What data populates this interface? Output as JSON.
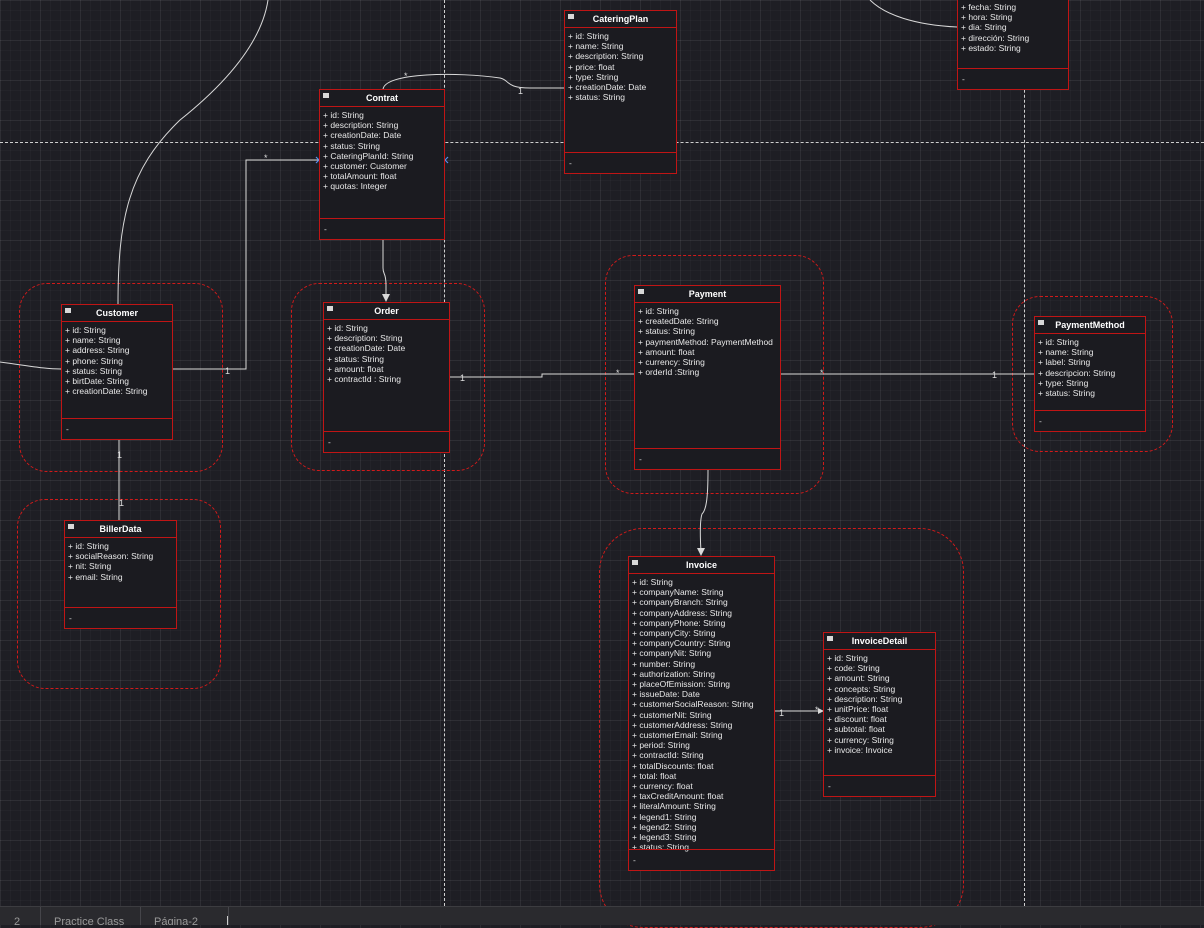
{
  "diagram": {
    "classes": {
      "customer": {
        "name": "Customer",
        "attrs": [
          "+ id: String",
          "+ name: String",
          "+ address: String",
          "+ phone: String",
          "+ status: String",
          "+ birtDate: String",
          "+ creationDate: String"
        ],
        "ops": "-"
      },
      "billerdata": {
        "name": "BillerData",
        "attrs": [
          "+ id: String",
          "+ socialReason: String",
          "+ nit: String",
          "+ email: String"
        ],
        "ops": "-"
      },
      "contrat": {
        "name": "Contrat",
        "attrs": [
          "+ id: String",
          "+ description: String",
          "+ creationDate: Date",
          "+ status: String",
          "+ CateringPlanId: String",
          "+ customer: Customer",
          "+ totalAmount: float",
          "+ quotas: Integer"
        ],
        "ops": "-"
      },
      "order": {
        "name": "Order",
        "attrs": [
          "+ id: String",
          "+ description: String",
          "+ creationDate: Date",
          "+ status: String",
          "+ amount: float",
          "+ contractId : String"
        ],
        "ops": "-"
      },
      "cateringplan": {
        "name": "CateringPlan",
        "attrs": [
          "+ id: String",
          "+ name: String",
          "+ description: String",
          "+ price: float",
          "+ type: String",
          "+ creationDate: Date",
          "+ status: String"
        ],
        "ops": "-"
      },
      "topright": {
        "attrs": [
          "+ fecha: String",
          "+ hora: String",
          "+ dia: String",
          "+ dirección: String",
          "+ estado: String"
        ],
        "ops": "-"
      },
      "payment": {
        "name": "Payment",
        "attrs": [
          "+ id: String",
          "+ createdDate: String",
          "+ status: String",
          "+ paymentMethod: PaymentMethod",
          "+ amount: float",
          "+ currency: String",
          "+ orderId :String"
        ],
        "ops": "-"
      },
      "paymentmethod": {
        "name": "PaymentMethod",
        "attrs": [
          "+ id: String",
          "+ name: String",
          "+ label: String",
          "+ descripcion: String",
          "+ type: String",
          "+ status: String"
        ],
        "ops": "-"
      },
      "invoice": {
        "name": "Invoice",
        "attrs": [
          "+ id: String",
          "+ companyName: String",
          "+ companyBranch: String",
          "+ companyAddress: String",
          "+ companyPhone: String",
          "+ companyCity: String",
          "+ companyCountry: String",
          "+ companyNit: String",
          "+ number: String",
          "+ authorization: String",
          "+ placeOfEmission: String",
          "+ issueDate: Date",
          "+ customerSocialReason: String",
          "+ customerNit: String",
          "+ customerAddress: String",
          "+ customerEmail: String",
          "+ period: String",
          "+ contractId: String",
          "+ totalDiscounts: float",
          "+ total: float",
          "+ currency: float",
          "+ taxCreditAmount: float",
          "+ literalAmount: String",
          "+ legend1: String",
          "+ legend2: String",
          "+ legend3: String",
          "+ status: String"
        ],
        "ops": "-"
      },
      "invoicedetail": {
        "name": "InvoiceDetail",
        "attrs": [
          "+ id: String",
          "+ code: String",
          "+ amount: String",
          "+ concepts: String",
          "+ description: String",
          "+ unitPrice: float",
          "+ discount: float",
          "+ subtotal: float",
          "+ currency: String",
          "+ invoice: Invoice"
        ],
        "ops": "-"
      }
    },
    "multiplicities": {
      "customer_contrat_many": "*",
      "customer_contrat_one": "1",
      "contrat_catering_many": "*",
      "contrat_catering_one": "1",
      "customer_biller_a": "1",
      "customer_biller_b": "1",
      "order_payment_one": "1",
      "order_payment_many": "*",
      "payment_method_many": "*",
      "payment_method_one": "1",
      "invoice_detail_one": "1",
      "invoice_detail_many": "*"
    },
    "colors": {
      "accent": "#d11a1a",
      "line": "#d9d9d9",
      "background": "#1e1e24"
    }
  },
  "tabs": [
    "2",
    "Practice Class",
    "Página-2"
  ]
}
